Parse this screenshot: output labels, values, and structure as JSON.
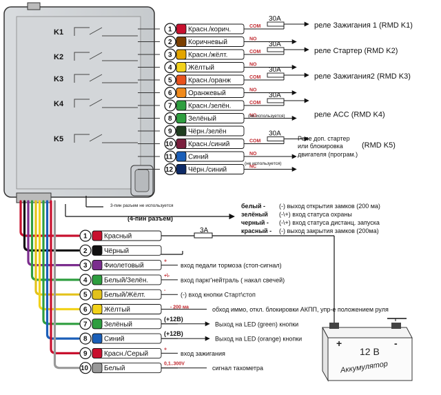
{
  "relay_block": {
    "relays": [
      "K1",
      "K2",
      "K3",
      "K4",
      "K5"
    ],
    "wires": [
      {
        "num": "1",
        "label": "Красн./корич.",
        "color": "#c8102e",
        "tag": "COM",
        "fuse": "30A",
        "dest": "реле Зажигания 1  (RMD K1)"
      },
      {
        "num": "2",
        "label": "Коричневый",
        "color": "#7b3f00",
        "tag": "NO",
        "fuse": "",
        "dest": ""
      },
      {
        "num": "3",
        "label": "Красн./жёлт.",
        "color": "#e3a500",
        "tag": "COM",
        "fuse": "30A",
        "dest": "реле Стартер   (RMD K2)"
      },
      {
        "num": "4",
        "label": "Жёлтый",
        "color": "#f2d21b",
        "tag": "NO",
        "fuse": "",
        "dest": ""
      },
      {
        "num": "5",
        "label": "Красн./оранж",
        "color": "#e8521c",
        "tag": "COM",
        "fuse": "30A",
        "dest": "реле Зажигания2   (RMD K3)"
      },
      {
        "num": "6",
        "label": "Оранжевый",
        "color": "#f08a1c",
        "tag": "NO",
        "fuse": "",
        "dest": ""
      },
      {
        "num": "7",
        "label": "Красн./зелён.",
        "color": "#2e9e3f",
        "tag": "COM",
        "fuse": "30A",
        "dest": ""
      },
      {
        "num": "8",
        "label": "Зелёный",
        "color": "#2e9e3f",
        "tag": "NO",
        "fuse": "",
        "dest": "реле ACC    (RMD K4)"
      },
      {
        "num": "9",
        "label": "Чёрн./зелён",
        "color": "#1f3d1f",
        "tag": "",
        "fuse": "",
        "dest": ""
      },
      {
        "num": "10",
        "label": "Красн./синий",
        "color": "#7a1f3d",
        "tag": "COM",
        "fuse": "30A",
        "dest": ""
      },
      {
        "num": "11",
        "label": "Синий",
        "color": "#1b5fb8",
        "tag": "NO",
        "fuse": "",
        "dest": ""
      },
      {
        "num": "12",
        "label": "Чёрн./синий",
        "color": "#0d2a66",
        "tag": "NC",
        "fuse": "",
        "dest": ""
      }
    ],
    "not_used_1": "(не используется)",
    "not_used_2": "(не используется)",
    "k5_dest_line1": "Реле доп. стартер",
    "k5_dest_line2": "или блокировка",
    "k5_dest_line3": "двигателя (програм.)",
    "k5_code": "(RMD K5)"
  },
  "connectors": {
    "three_pin": "3-пин разъем не используется",
    "four_pin": "(4-пин разъём)",
    "four_pin_wires": [
      {
        "name": "белый -",
        "desc": "(-) выход открытия замков (200 ма)"
      },
      {
        "name": "зелёный",
        "desc": "(-\\+) вход статуса охраны"
      },
      {
        "name": "черный  -",
        "desc": "(-\\+) вход статуса дистанц. запуска"
      },
      {
        "name": "красный -",
        "desc": "(-) выход закрытия замков (200ма)"
      }
    ]
  },
  "main_harness": {
    "wires": [
      {
        "num": "1",
        "label": "Красный",
        "color": "#c8102e",
        "note": "",
        "desc": ""
      },
      {
        "num": "2",
        "label": "Чёрный",
        "color": "#111111",
        "note": "",
        "desc": ""
      },
      {
        "num": "3",
        "label": "Фиолетовый",
        "color": "#7b2d8e",
        "note": "+",
        "desc": "вход педали тормоза (стоп-сигнал)"
      },
      {
        "num": "4",
        "label": "Белый/Зелён.",
        "color": "#2e9e3f",
        "note": "+\\-",
        "desc": "вход паркг'нейтраль ( накал свечей)"
      },
      {
        "num": "5",
        "label": "Белый/Жёлт.",
        "color": "#e3c21b",
        "note": "-",
        "desc": "(-) вход кнопки Старт\\стоп"
      },
      {
        "num": "6",
        "label": "Жёлтый",
        "color": "#f2d21b",
        "note": "- 200 ма",
        "desc": "обход иммо, откл. блокировки АКПП, упр-е положением руля"
      },
      {
        "num": "7",
        "label": "Зелёный",
        "color": "#2e9e3f",
        "note": "(+12В)",
        "desc": "Выход на LED (green) кнопки"
      },
      {
        "num": "8",
        "label": "Синий",
        "color": "#1b5fb8",
        "note": "(+12В)",
        "desc": "Выход на LED (orange) кнопки"
      },
      {
        "num": "9",
        "label": "Красн./Серый",
        "color": "#c8102e",
        "note": "+",
        "desc": "вход зажигания"
      },
      {
        "num": "10",
        "label": "Белый",
        "color": "#999999",
        "note": "0,1..300V",
        "desc": "сигнал тахометра"
      }
    ],
    "fuse": "3А"
  },
  "battery": {
    "label": "12 В",
    "name": "Аккумулятор",
    "plus": "+",
    "minus": "-"
  }
}
